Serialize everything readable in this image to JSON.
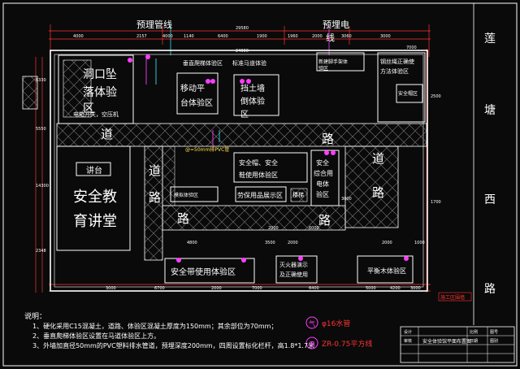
{
  "top_labels": {
    "pipe": "预理管线",
    "elec_1": "预埋电",
    "elec_2": "线"
  },
  "right_road": [
    "莲",
    "塘",
    "西",
    "路"
  ],
  "rooms": {
    "cave": [
      "洞口坠",
      "落体验",
      "区"
    ],
    "cave_note": "电箱开关，空压机",
    "ladder": "垂直爬梯体验区",
    "standard_path": "标准马道体验",
    "mobile_1": "移动平",
    "mobile_2": "台体验区",
    "retaining_1": "挡土墙",
    "retaining_2": "倒体验",
    "retaining_3": "区",
    "scaffold_1": "新建脚手架体",
    "scaffold_2": "验区",
    "wire_1": "钢丝绳正确使",
    "wire_2": "方法体验区",
    "safety_mini": "安全帽区",
    "podium": "讲台",
    "hall_1": "安全教",
    "hall_2": "育讲堂",
    "helmet_1": "安全帽、安全",
    "helmet_2": "鞋使用体验区",
    "labor_display": "劳保用品展示区",
    "stair": "楼梯",
    "comprehensive": [
      "安全",
      "综合用",
      "电体",
      "验区"
    ],
    "vr": "模拟体验区",
    "belt": "安全带使用体验区",
    "fire_1": "灭火器演示",
    "fire_2": "及正确使用",
    "balance": "平衡木体验区",
    "pipe_note": "@=50mm排PVC管"
  },
  "roads": [
    "道",
    "路",
    "路",
    "道",
    "路",
    "道",
    "路",
    "路"
  ],
  "dimensions": [
    "29580",
    "4000",
    "2157",
    "4000",
    "1140",
    "6400",
    "1900",
    "1960",
    "2000",
    "3060",
    "3000",
    "24000",
    "7000",
    "6330",
    "5550",
    "14300",
    "2348",
    "2500",
    "3000",
    "2000",
    "6000",
    "3000",
    "6700",
    "2000",
    "7000",
    "6400",
    "5000",
    "4200",
    "3000",
    "4800",
    "3500",
    "2000",
    "2000",
    "1000",
    "1700"
  ],
  "notes": {
    "heading": "说明：",
    "items": [
      "1、硬化采用C15混凝土，道路、体验区混凝土厚度为150mm；其余部位为70mm；",
      "2、垂直爬梯体验区设置在马道体验区上方。",
      "3、外墙加直径50mm的PVC塑料排水管道，预埋深度200mm，四周设置标化栏杆，高1.8*1.7米"
    ]
  },
  "legend": [
    {
      "symbol": "气",
      "text": "φ16水管"
    },
    {
      "symbol": "电",
      "text": "ZR-0.75平方线"
    }
  ],
  "title_block": {
    "drawing_name": "安全体验馆平面布置图",
    "cells": [
      "设计",
      "审核",
      "比例",
      "日期",
      "图号",
      "图别"
    ]
  },
  "fence_label": "施工区围墙",
  "colors": {
    "background": "#0a0a0a",
    "wall": "#ffffff",
    "dim": "#ff3333",
    "hatch": "#8a8a8a",
    "text": "#ffffff",
    "yellow": "#ffe14a",
    "cyan": "#39d7e6",
    "magenta": "#ff3cff",
    "green": "#3cdc6b"
  }
}
